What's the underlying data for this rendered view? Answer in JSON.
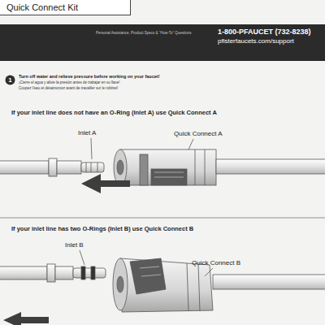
{
  "diagram": {
    "nodes": [
      {
        "text": [
          "Quick Connect Kit"
        ]
      },
      {
        "text": [
          "Personal Assistance, Product Specs & “How-To” Questions",
          "1-800-PFAUCET (732-8238)",
          "pfisterfaucets.com/support"
        ]
      },
      {
        "text": [
          "1"
        ]
      }
    ],
    "labels": [
      "Turn off water and relieve pressure before working on your faucet!",
      "¡Cierre el agua y alivie la presión antes de trabajar en su llave!",
      "Coupez l'eau et désamorcez avant de travailler sur le robinet!",
      "If your inlet line does not have an O-Ring (Inlet A) use Quick Connect A",
      "Inlet A",
      "Quick Connect A",
      "If your inlet line has two O-Rings (Inlet B) use Quick Connect B",
      "Inlet B",
      "Quick Connect B"
    ]
  }
}
